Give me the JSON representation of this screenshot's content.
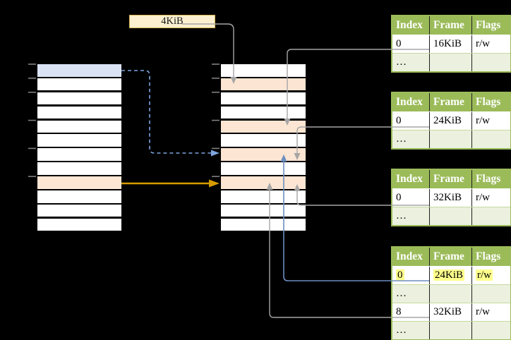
{
  "note": {
    "label": "4KiB"
  },
  "colors": {
    "background": "#000000",
    "row-white": "#ffffff",
    "row-blue": "#dae3f3",
    "row-orange": "#fce5d2",
    "note-fill": "#fdf0d0",
    "note-border": "#d6b656",
    "table-header-green": "#9bbb59",
    "table-row-light-green": "#ebf1de",
    "table-border-green": "#9bbb59",
    "table-grid-dark": "#1f1f1f",
    "table-grid-light": "#c5d9a1",
    "highlight-yellow": "#ffff8d",
    "header-text": "#ffffff",
    "arrow-gray": "#a6a6a6",
    "arrow-orange": "#d79b00",
    "arrow-blue": "#6c8ebf",
    "arrow-light-blue": "#7ea6e0",
    "tick-gray": "#7f7f7f"
  },
  "virtual_memory_table": {
    "row_count": 12,
    "blue_rows": [
      0
    ],
    "orange_rows": [
      8
    ],
    "tick_rows": [
      0,
      1,
      2,
      4,
      6,
      8
    ]
  },
  "physical_memory_table": {
    "row_count": 12,
    "orange_rows": [
      1,
      4,
      6,
      8
    ],
    "tick_rows": [
      0,
      1,
      2,
      4,
      6,
      8
    ]
  },
  "page_tables": [
    {
      "name": "page-table-16kib",
      "headers": [
        "Index",
        "Frame",
        "Flags"
      ],
      "rows": [
        {
          "cells": [
            "0",
            "16KiB",
            "r/w"
          ],
          "shaded": false,
          "highlighted": false
        },
        {
          "cells": [
            "…",
            "",
            ""
          ],
          "shaded": true,
          "highlighted": false
        }
      ]
    },
    {
      "name": "page-table-24kib",
      "headers": [
        "Index",
        "Frame",
        "Flags"
      ],
      "rows": [
        {
          "cells": [
            "0",
            "24KiB",
            "r/w"
          ],
          "shaded": false,
          "highlighted": false
        },
        {
          "cells": [
            "…",
            "",
            ""
          ],
          "shaded": true,
          "highlighted": false
        }
      ]
    },
    {
      "name": "page-table-32kib",
      "headers": [
        "Index",
        "Frame",
        "Flags"
      ],
      "rows": [
        {
          "cells": [
            "0",
            "32KiB",
            "r/w"
          ],
          "shaded": false,
          "highlighted": false
        },
        {
          "cells": [
            "…",
            "",
            ""
          ],
          "shaded": true,
          "highlighted": false
        }
      ]
    },
    {
      "name": "page-table-level2",
      "headers": [
        "Index",
        "Frame",
        "Flags"
      ],
      "rows": [
        {
          "cells": [
            "0",
            "24KiB",
            "r/w"
          ],
          "shaded": false,
          "highlighted": true
        },
        {
          "cells": [
            "…",
            "",
            ""
          ],
          "shaded": true,
          "highlighted": false
        },
        {
          "cells": [
            "8",
            "32KiB",
            "r/w"
          ],
          "shaded": false,
          "highlighted": false
        },
        {
          "cells": [
            "…",
            "",
            ""
          ],
          "shaded": true,
          "highlighted": false
        }
      ]
    }
  ],
  "connectors": [
    {
      "name": "page-size-to-frame-1",
      "style": "solid",
      "color": "arrow-gray"
    },
    {
      "name": "table-16kib-to-frame-4",
      "style": "solid",
      "color": "arrow-gray"
    },
    {
      "name": "table-24kib-to-frame-6",
      "style": "solid",
      "color": "arrow-gray"
    },
    {
      "name": "table-32kib-to-frame-8",
      "style": "solid",
      "color": "arrow-gray"
    },
    {
      "name": "level2-row0-to-frame-6",
      "style": "solid",
      "color": "arrow-blue"
    },
    {
      "name": "level2-row8-to-frame-8",
      "style": "solid",
      "color": "arrow-gray"
    },
    {
      "name": "virtual-row0-to-frame-6",
      "style": "dashed",
      "color": "arrow-light-blue"
    },
    {
      "name": "virtual-row8-to-frame-8",
      "style": "solid",
      "color": "arrow-orange"
    }
  ]
}
